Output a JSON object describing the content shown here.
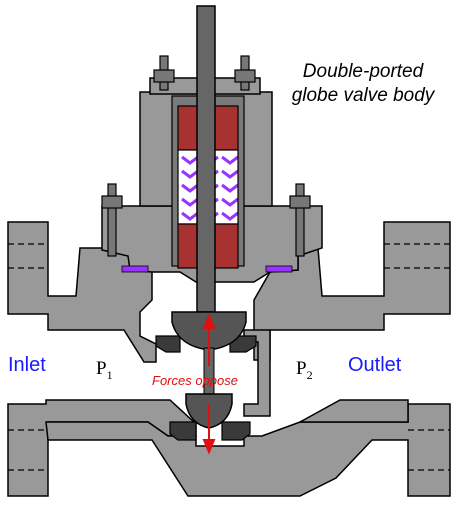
{
  "diagram": {
    "title_line1": "Double-ported",
    "title_line2": "globe valve body",
    "inlet": "Inlet",
    "outlet": "Outlet",
    "p1_letter": "P",
    "p1_sub": "1",
    "p2_letter": "P",
    "p2_sub": "2",
    "forces": "Forces oppose"
  },
  "colors": {
    "body": "#999999",
    "stem": "#666666",
    "plug": "#555555",
    "seat": "#3a3a3a",
    "packing_red": "#a83232",
    "packing_purple": "#9933ff",
    "gasket": "#9933ff",
    "arrow": "#e01010",
    "outline": "#000000"
  }
}
